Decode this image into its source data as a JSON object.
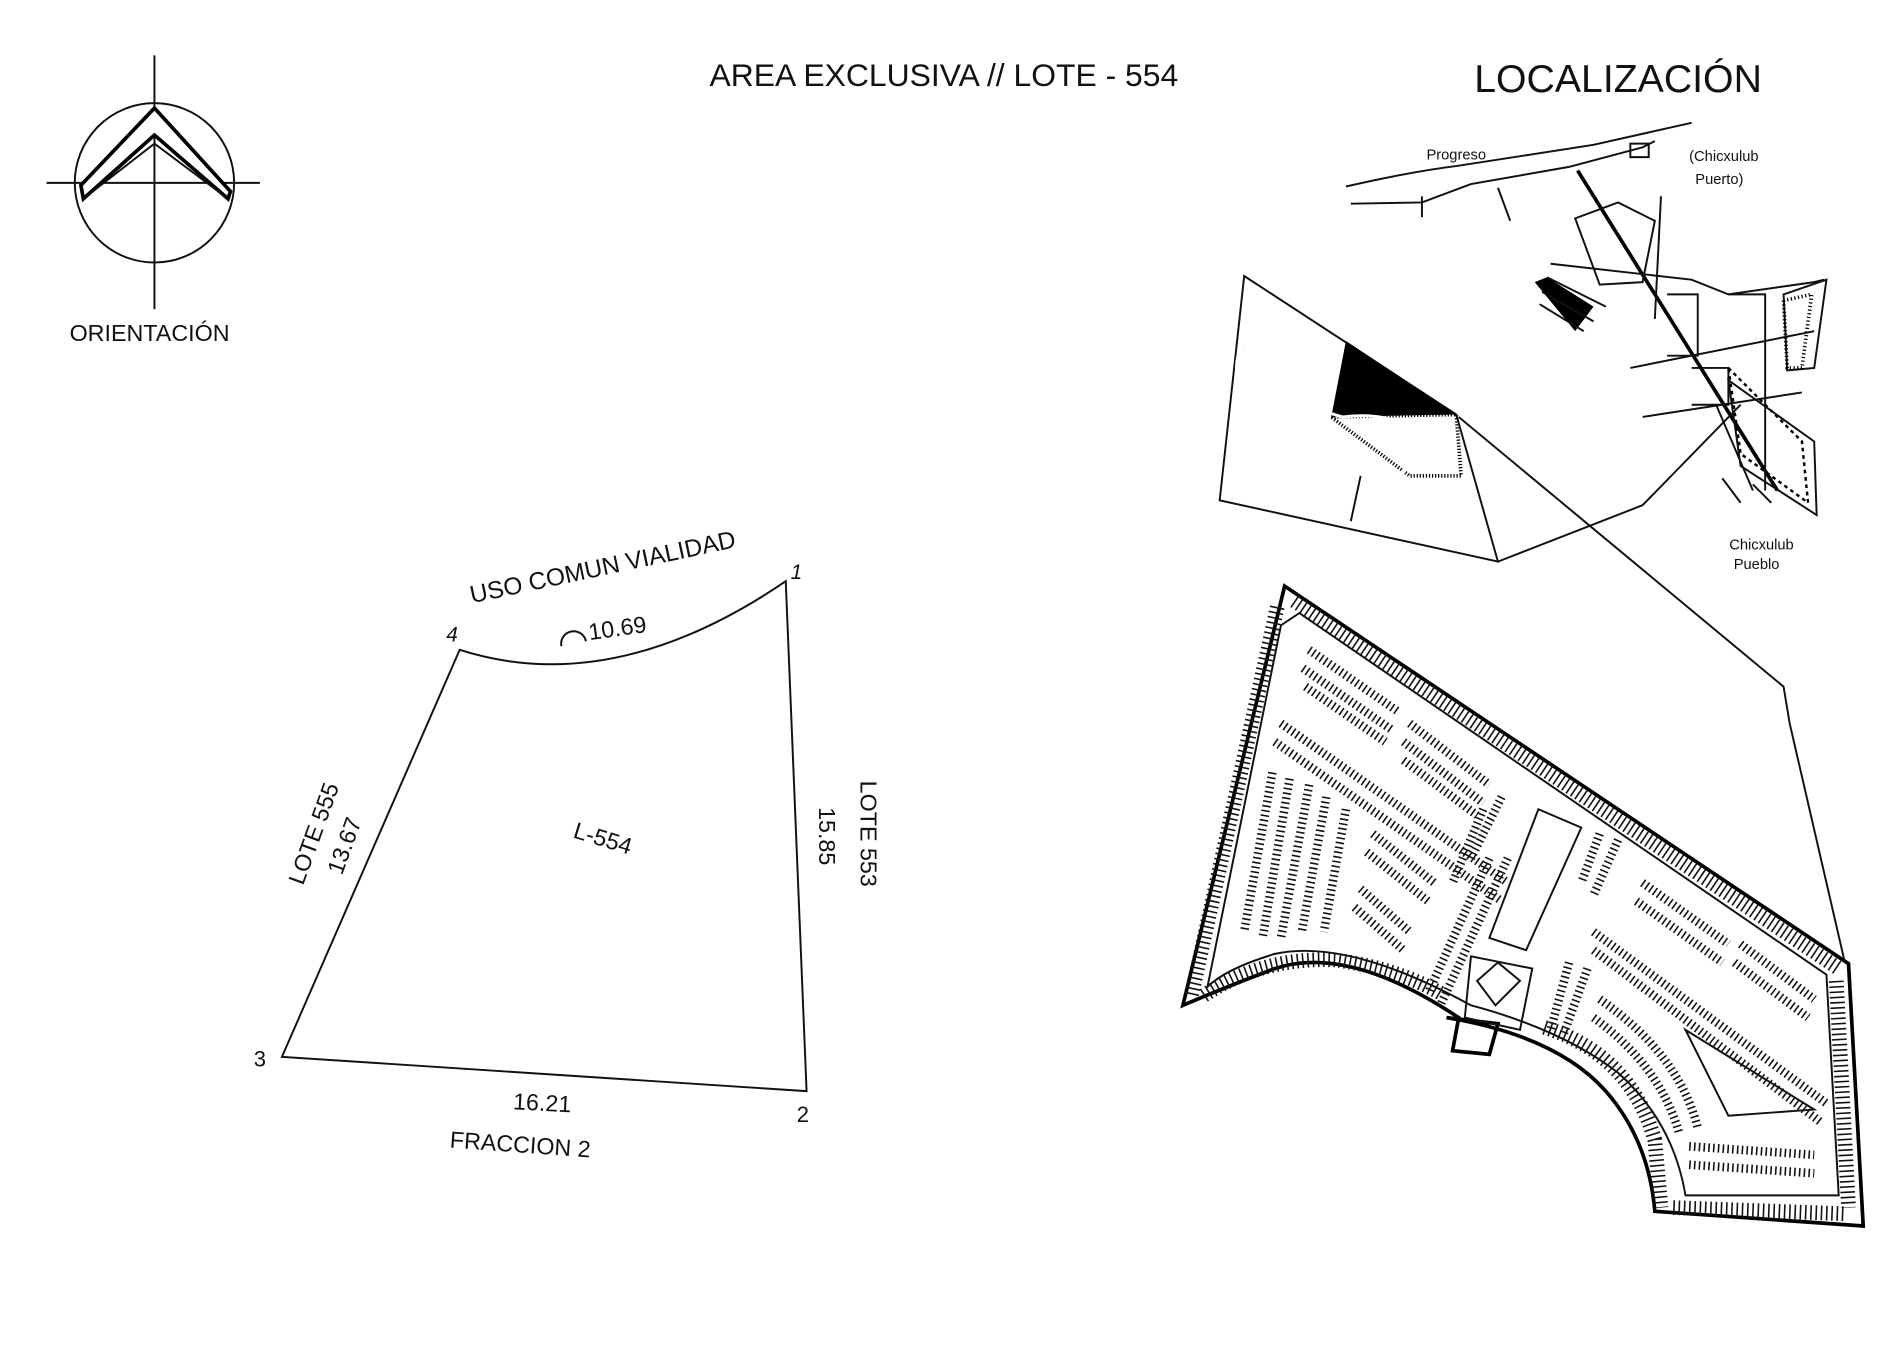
{
  "header": {
    "title": "AREA EXCLUSIVA // LOTE - 554",
    "location_title": "LOCALIZACIÓN"
  },
  "compass": {
    "label": "ORIENTACIÓN"
  },
  "lot_plan": {
    "lot_id": "L-554",
    "north_boundary": "USO COMUN VIALIDAD",
    "arc_length": "10.69",
    "west_boundary": "LOTE 555",
    "west_length": "13.67",
    "east_boundary": "LOTE 553",
    "east_length": "15.85",
    "south_length": "16.21",
    "south_boundary": "FRACCION 2",
    "vertices": [
      "1",
      "2",
      "3",
      "4"
    ]
  },
  "location_map": {
    "places": {
      "progreso": "Progreso",
      "chicxulub_puerto_1": "(Chicxulub",
      "chicxulub_puerto_2": "Puerto)",
      "chicxulub_pueblo_1": "Chicxulub",
      "chicxulub_pueblo_2": "Pueblo"
    }
  }
}
